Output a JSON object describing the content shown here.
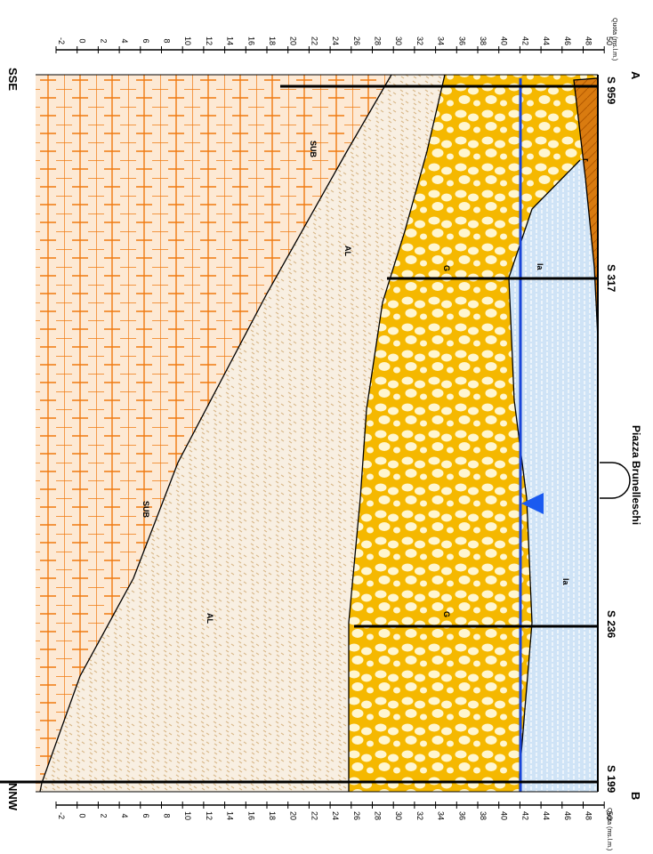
{
  "section": {
    "end_start": "A",
    "end_end": "B",
    "dir_start": "SSE",
    "dir_end": "NNW",
    "axis_title": "Quota (ms.l.m.)",
    "axis_ticks": [
      "-2",
      "0",
      "2",
      "4",
      "6",
      "8",
      "10",
      "12",
      "14",
      "16",
      "18",
      "20",
      "22",
      "24",
      "26",
      "28",
      "30",
      "32",
      "34",
      "36",
      "38",
      "40",
      "42",
      "44",
      "46",
      "48",
      "50"
    ],
    "place_label": "Piazza Brunelleschi",
    "wells": [
      "S 959",
      "S 317",
      "S 236",
      "S 199"
    ],
    "units": {
      "r": "r",
      "la_1": "la",
      "la_2": "la",
      "g_1": "G",
      "g_2": "G",
      "al_1": "AL",
      "al_2": "AL",
      "sub_1": "SUB",
      "sub_2": "SUB"
    },
    "colors": {
      "fill": "#e8a200",
      "sub": "#f07a10",
      "gravel": "#f5b800",
      "clay": "#d9b98a",
      "la": "#9fc8f0",
      "water_line": "#1a45d8"
    }
  }
}
